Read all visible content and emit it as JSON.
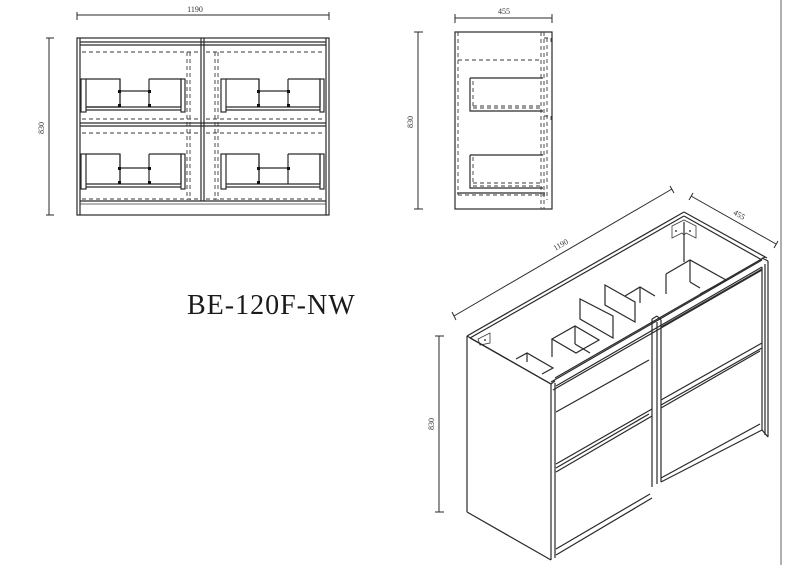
{
  "model_code": "BE-120F-NW",
  "front_view": {
    "width_label": "1190",
    "height_label": "830"
  },
  "side_view": {
    "depth_label": "455",
    "height_label": "830"
  },
  "iso_view": {
    "width_label": "1190",
    "depth_label": "455",
    "height_label": "830"
  },
  "colors": {
    "line": "#2a2a2a",
    "background": "#ffffff"
  }
}
